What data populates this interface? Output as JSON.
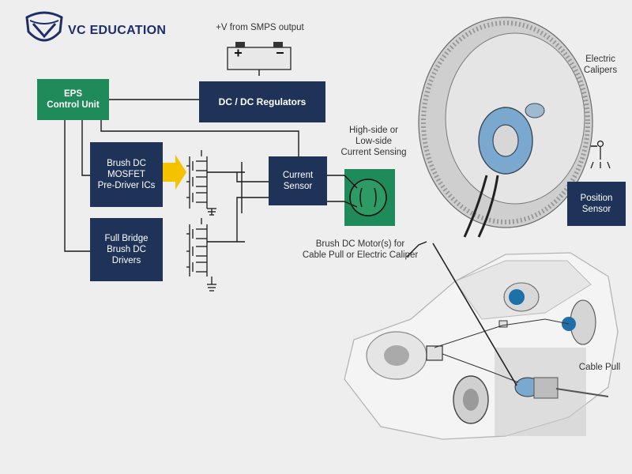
{
  "brand": {
    "name": "VC EDUCATION",
    "logo_icon": "shield-wings-logo-icon"
  },
  "labels": {
    "smps": "+V from SMPS output",
    "battery_plus": "+",
    "battery_minus": "−",
    "eps": "EPS\nControl Unit",
    "regulators": "DC / DC Regulators",
    "predriver": "Brush DC\nMOSFET\nPre-Driver ICs",
    "full_bridge": "Full Bridge\nBrush DC\nDrivers",
    "current_sensor": "Current\nSensor",
    "sensing": "High-side or\nLow-side\nCurrent Sensing",
    "electric_calipers": "Electric\nCalipers",
    "position_sensor": "Position\nSensor",
    "motor": "Brush DC Motor(s) for\nCable Pull or Electric Caliper",
    "cable_pull": "Cable Pull"
  },
  "colors": {
    "navy": "#1f3358",
    "green": "#1f8a5a",
    "arrow": "#f5c200",
    "caliper_blue": "#7aa8cf",
    "brand": "#1d2e6b"
  }
}
